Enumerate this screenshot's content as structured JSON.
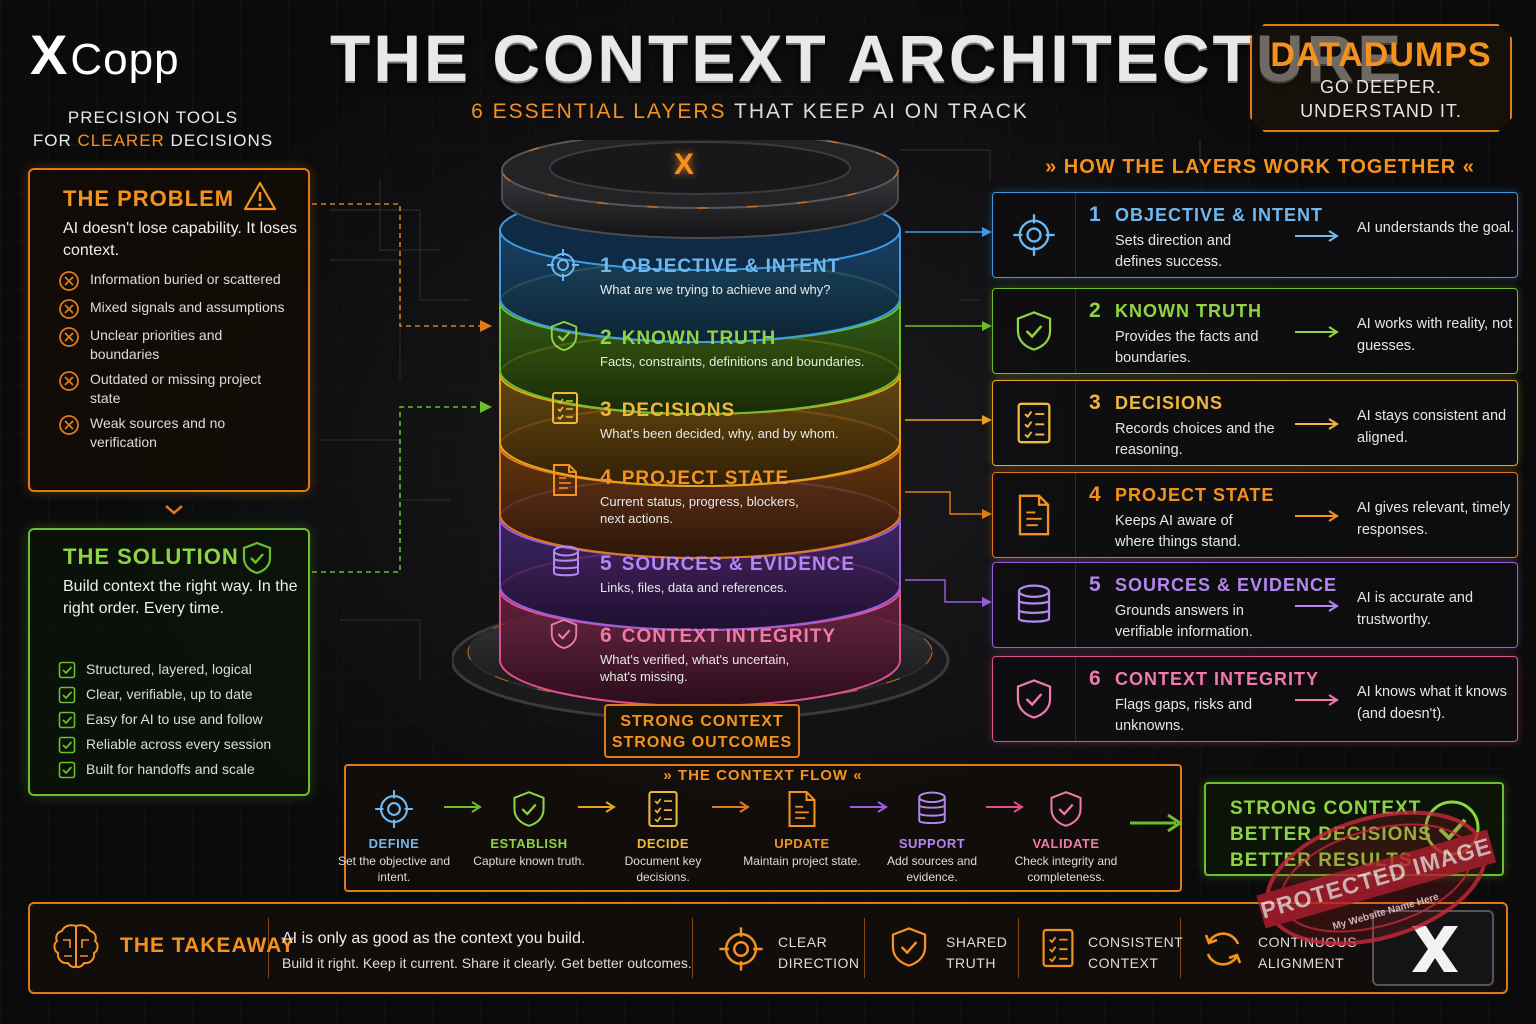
{
  "brand": {
    "logo_x": "X",
    "logo_rest": "Copp",
    "tagline_line1": "PRECISION TOOLS",
    "tagline_for": "FOR ",
    "tagline_highlight": "CLEARER",
    "tagline_end": " DECISIONS"
  },
  "header": {
    "title": "THE CONTEXT ARCHITECTURE",
    "subtitle_highlight": "6 ESSENTIAL LAYERS",
    "subtitle_rest": " THAT KEEP AI ON TRACK"
  },
  "datadumps": {
    "title": "DATADUMPS",
    "line1": "GO DEEPER.",
    "line2": "UNDERSTAND IT."
  },
  "problem": {
    "title": "THE PROBLEM",
    "lead": "AI doesn't lose capability. It loses context.",
    "items": [
      "Information buried or scattered",
      "Mixed signals and assumptions",
      "Unclear priorities and boundaries",
      "Outdated or missing project state",
      "Weak sources and no verification"
    ]
  },
  "solution": {
    "title": "THE SOLUTION",
    "lead": "Build context the right way. In the right order. Every time.",
    "items": [
      "Structured, layered, logical",
      "Clear, verifiable, up to date",
      "Easy for AI to use and follow",
      "Reliable across every session",
      "Built for handoffs and scale"
    ]
  },
  "stack": {
    "top_mark": "X",
    "layers": [
      {
        "num": "1",
        "title": "OBJECTIVE & INTENT",
        "desc": "What are we trying to achieve and why?",
        "color": "#3e9be0",
        "icon": "target-icon"
      },
      {
        "num": "2",
        "title": "KNOWN TRUTH",
        "desc": "Facts, constraints, definitions and boundaries.",
        "color": "#6bbf2a",
        "icon": "shield-check-icon"
      },
      {
        "num": "3",
        "title": "DECISIONS",
        "desc": "What's been decided, why, and by whom.",
        "color": "#e8a31e",
        "icon": "checklist-icon"
      },
      {
        "num": "4",
        "title": "PROJECT STATE",
        "desc": "Current status, progress, blockers,",
        "desc2": "next actions.",
        "color": "#e07a18",
        "icon": "document-icon"
      },
      {
        "num": "5",
        "title": "SOURCES & EVIDENCE",
        "desc": "Links, files, data and references.",
        "color": "#9a5fe0",
        "icon": "database-icon"
      },
      {
        "num": "6",
        "title": "CONTEXT INTEGRITY",
        "desc": "What's verified, what's uncertain,",
        "desc2": "what's missing.",
        "color": "#e0508c",
        "icon": "shield-check-icon"
      }
    ],
    "base_label_line1": "STRONG CONTEXT",
    "base_label_line2": "STRONG OUTCOMES"
  },
  "how": {
    "title": "» HOW THE LAYERS WORK TOGETHER «",
    "cards": [
      {
        "num": "1",
        "title": "OBJECTIVE & INTENT",
        "desc": "Sets direction and defines success.",
        "result": "AI understands the goal.",
        "color": "#3e9be0"
      },
      {
        "num": "2",
        "title": "KNOWN TRUTH",
        "desc": "Provides the facts and boundaries.",
        "result": "AI works with reality, not guesses.",
        "color": "#6bbf2a"
      },
      {
        "num": "3",
        "title": "DECISIONS",
        "desc": "Records choices and the reasoning.",
        "result": "AI stays consistent and aligned.",
        "color": "#e8a31e"
      },
      {
        "num": "4",
        "title": "PROJECT STATE",
        "desc": "Keeps AI aware of where things stand.",
        "result": "AI gives relevant, timely responses.",
        "color": "#e07a18"
      },
      {
        "num": "5",
        "title": "SOURCES & EVIDENCE",
        "desc": "Grounds answers in verifiable information.",
        "result": "AI is accurate and trustworthy.",
        "color": "#9a5fe0"
      },
      {
        "num": "6",
        "title": "CONTEXT INTEGRITY",
        "desc": "Flags gaps, risks and unknowns.",
        "result": "AI knows what it knows (and doesn't).",
        "color": "#e0508c"
      }
    ]
  },
  "flow": {
    "title": "» THE CONTEXT FLOW «",
    "steps": [
      {
        "label": "DEFINE",
        "desc": "Set the objective and intent.",
        "color": "#3e9be0"
      },
      {
        "label": "ESTABLISH",
        "desc": "Capture known truth.",
        "color": "#6bbf2a"
      },
      {
        "label": "DECIDE",
        "desc": "Document key decisions.",
        "color": "#e8a31e"
      },
      {
        "label": "UPDATE",
        "desc": "Maintain project state.",
        "color": "#e07a18"
      },
      {
        "label": "SUPPORT",
        "desc": "Add sources and evidence.",
        "color": "#9a5fe0"
      },
      {
        "label": "VALIDATE",
        "desc": "Check integrity and completeness.",
        "color": "#e0508c"
      }
    ],
    "result_line1": "STRONG CONTEXT",
    "result_line2": "BETTER DECISIONS",
    "result_line3": "BETTER RESULTS"
  },
  "takeaway": {
    "title": "THE TAKEAWAY",
    "main": "AI is only as good as the context you build.",
    "sub": "Build it right. Keep it current. Share it clearly. Get better outcomes.",
    "pillars": [
      {
        "line1": "CLEAR",
        "line2": "DIRECTION"
      },
      {
        "line1": "SHARED",
        "line2": "TRUTH"
      },
      {
        "line1": "CONSISTENT",
        "line2": "CONTEXT"
      },
      {
        "line1": "CONTINUOUS",
        "line2": "ALIGNMENT"
      }
    ]
  },
  "watermark": {
    "stamp_text": "PROTECTED IMAGE",
    "stamp_sub": "My Website Name Here"
  },
  "colors": {
    "accent_orange": "#f5921e",
    "border_orange": "#e07a18",
    "green": "#6bbf2a",
    "problem_x": "#e07a18"
  }
}
